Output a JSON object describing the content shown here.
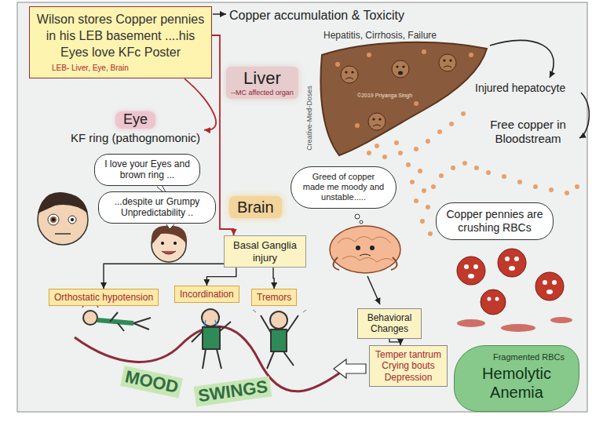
{
  "diagram": {
    "nodes": [
      {
        "text": [
          "Wilson stores Copper pennies in his LEB basement ....his Eyes love KFc Poster",
          "LEB- Liver, Eye, Brain"
        ]
      },
      {
        "text": [
          "Eye",
          "KF ring (pathognomonic)"
        ]
      },
      {
        "text": [
          "I love your Eyes and brown ring ..."
        ]
      },
      {
        "text": [
          "...despite ur Grumpy Unpredictability .."
        ]
      },
      {
        "text": [
          "Liver",
          "--MC affected organ"
        ]
      },
      {
        "text": [
          "Brain"
        ]
      },
      {
        "text": [
          "Basal Ganglia injury"
        ]
      },
      {
        "text": [
          "Greed of copper made me moody and unstable....."
        ]
      },
      {
        "text": [
          "Copper pennies are crushing RBCs"
        ]
      },
      {
        "text": [
          "Orthostatic hypotension"
        ]
      },
      {
        "text": [
          "Incordination"
        ]
      },
      {
        "text": [
          "Tremors"
        ]
      },
      {
        "text": [
          "Behavioral Changes"
        ]
      },
      {
        "text": [
          "Temper tantrum Crying bouts Depression"
        ]
      },
      {
        "text": [
          "Fragmented RBCs",
          "Hemolytic Anemia"
        ]
      }
    ],
    "edges": [
      {
        "from": 0,
        "to": 1,
        "arrow": "to"
      },
      {
        "from": 0,
        "to": 6,
        "arrow": "to"
      },
      {
        "from": 6,
        "to": 9,
        "arrow": "to"
      },
      {
        "from": 6,
        "to": 10,
        "arrow": "to"
      },
      {
        "from": 6,
        "to": 11,
        "arrow": "to"
      },
      {
        "from": 12,
        "to": 13,
        "arrow": "to"
      }
    ],
    "labels": [
      "Copper accumulation & Toxicity",
      "Hepatitis, Cirrhosis, Failure",
      "Injured hepatocyte",
      "Free copper in Bloodstream",
      "MOOD",
      "SWINGS",
      "Creative-Med-Doses",
      "©2019 Priyanga Singh"
    ]
  }
}
